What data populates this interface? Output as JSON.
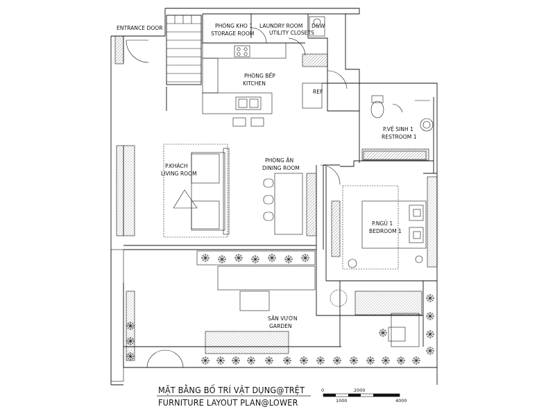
{
  "rooms": {
    "entrance_door": "ENTRANCE DOOR",
    "storage_vi": "PHÒNG KHO 1",
    "storage_en": "STORAGE ROOM",
    "laundry": "LAUNDRY ROOM",
    "utility": "UTILITY CLOSETS",
    "dw": "D&W",
    "kitchen_vi": "PHÒNG BẾP",
    "kitchen_en": "KITCHEN",
    "ref": "REF",
    "restroom_vi": "P.VỆ SINH 1",
    "restroom_en": "RESTROOM 1",
    "living_vi": "P.KHÁCH",
    "living_en": "LIVING ROOM",
    "dining_vi": "PHÒNG ĂN",
    "dining_en": "DINING ROOM",
    "bedroom_vi": "P.NGỦ 1",
    "bedroom_en": "BEDROOM 1",
    "garden_vi": "SÂN VƯỜN",
    "garden_en": "GARDEN"
  },
  "title": {
    "line1": "MẶT BẰNG BỐ TRÍ VẬT DỤNG@TRỆT",
    "line2": "FURNITURE LAYOUT PLAN@LOWER"
  },
  "scale": {
    "labels_top": [
      "0",
      "2000"
    ],
    "labels_bottom": [
      "1000",
      "4000"
    ]
  }
}
